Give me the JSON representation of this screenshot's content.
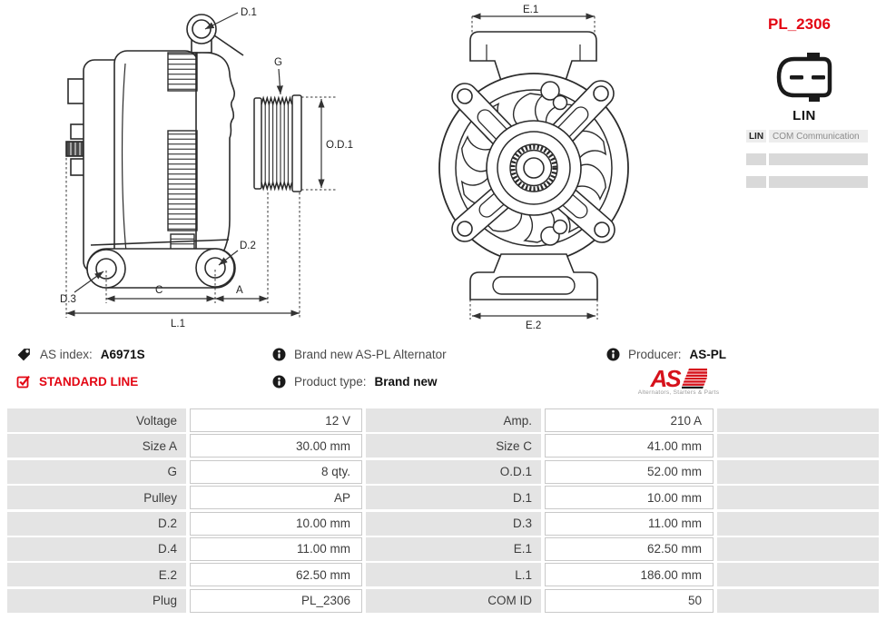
{
  "plug_code": "PL_2306",
  "connector": {
    "name": "LIN"
  },
  "connector_table": {
    "rows": [
      {
        "key": "LIN",
        "value": "COM Communication"
      },
      {
        "key": "",
        "value": ""
      },
      {
        "key": "",
        "value": ""
      }
    ]
  },
  "drawing": {
    "labels": {
      "d1": "D.1",
      "g": "G",
      "od1": "O.D.1",
      "d2": "D.2",
      "d3": "D.3",
      "c": "C",
      "a": "A",
      "l1": "L.1",
      "e1": "E.1",
      "e2": "E.2"
    }
  },
  "info": {
    "as_index_label": "AS index:",
    "as_index_value": "A6971S",
    "line_label": "STANDARD LINE",
    "description": "Brand new AS-PL Alternator",
    "product_type_label": "Product type:",
    "product_type_value": "Brand new",
    "producer_label": "Producer:",
    "producer_value": "AS-PL",
    "logo_text": "AS",
    "logo_sub": "Alternators, Starters & Parts"
  },
  "colors": {
    "accent_red": "#e30613",
    "cell_gray": "#e4e4e4",
    "border_gray": "#c9c9c9"
  },
  "spec_table": {
    "rows": [
      {
        "l1": "Voltage",
        "v1": "12 V",
        "l2": "Amp.",
        "v2": "210 A"
      },
      {
        "l1": "Size A",
        "v1": "30.00 mm",
        "l2": "Size C",
        "v2": "41.00 mm"
      },
      {
        "l1": "G",
        "v1": "8 qty.",
        "l2": "O.D.1",
        "v2": "52.00 mm"
      },
      {
        "l1": "Pulley",
        "v1": "AP",
        "l2": "D.1",
        "v2": "10.00 mm"
      },
      {
        "l1": "D.2",
        "v1": "10.00 mm",
        "l2": "D.3",
        "v2": "11.00 mm"
      },
      {
        "l1": "D.4",
        "v1": "11.00 mm",
        "l2": "E.1",
        "v2": "62.50 mm"
      },
      {
        "l1": "E.2",
        "v1": "62.50 mm",
        "l2": "L.1",
        "v2": "186.00 mm"
      },
      {
        "l1": "Plug",
        "v1": "PL_2306",
        "l2": "COM ID",
        "v2": "50"
      }
    ]
  }
}
